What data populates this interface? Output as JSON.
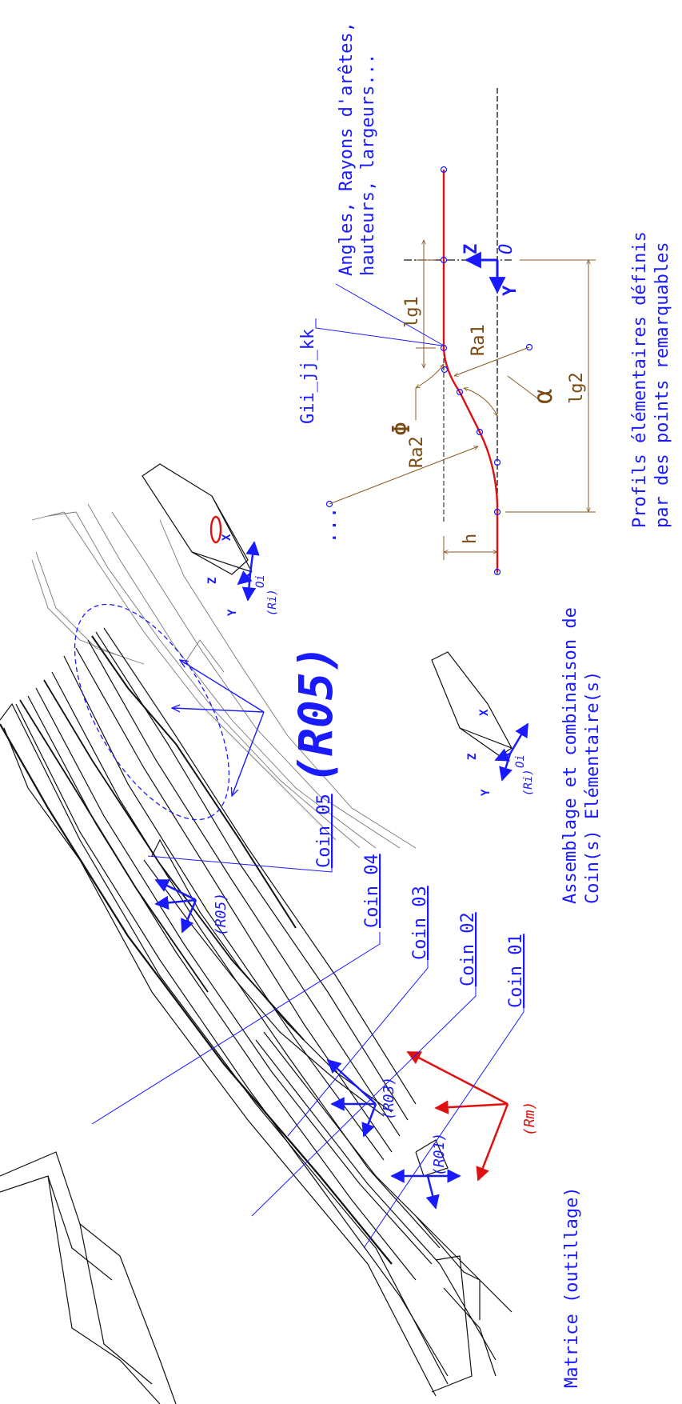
{
  "colors": {
    "blue": "#1a1aff",
    "red": "#e01010",
    "brown": "#8a5a20",
    "black": "#111111",
    "gray": "#777777"
  },
  "right_panel": {
    "title_line1": "Angles, Rayons d'arêtes,",
    "title_line2": "hauteurs, largeurs...",
    "subtitle_line1": "Profils élémentaires définis",
    "subtitle_line2": "par des points remarquables",
    "point_label": "Gii_jj_kk",
    "labels": {
      "lg1": "lg1",
      "lg2": "lg2",
      "ra1": "Ra1",
      "ra2": "Ra2",
      "h": "h",
      "phi": "Φ",
      "alpha": "α",
      "axis_z": "Z",
      "axis_y": "Y",
      "origin": "O"
    }
  },
  "middle_panel": {
    "big_label": "(R05)",
    "ellipsis": "...",
    "caption_line1": "Assemblage et combinaison de",
    "caption_line2": "Coin(s) Elémentaire(s)",
    "frames": [
      {
        "x": "X",
        "y": "Y",
        "z": "Z",
        "origin": "Oi",
        "name": "(Ri)"
      },
      {
        "x": "X",
        "y": "Y",
        "z": "Z",
        "origin": "Oi",
        "name": "(Ri)"
      }
    ]
  },
  "left_panel": {
    "caption": "Matrice (outillage)",
    "coins": [
      "Coin 05",
      "Coin 04",
      "Coin 03",
      "Coin 02",
      "Coin 01"
    ],
    "frames": [
      "(R05)",
      "(R03)",
      "(R01)",
      "(Rm)"
    ]
  }
}
